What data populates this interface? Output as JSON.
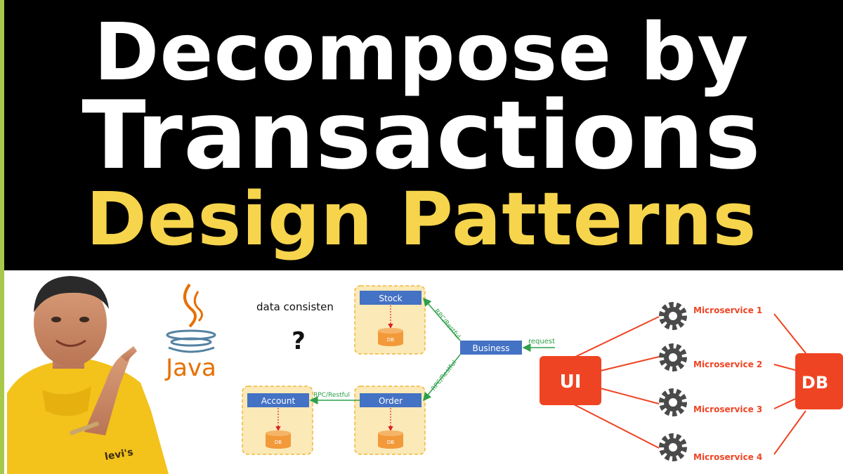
{
  "title": {
    "line1": "Decompose by",
    "line2": "Transactions",
    "line3": "Design Patterns"
  },
  "java_label": "Java",
  "shirt_label": "levi's",
  "question": {
    "text": "data consisten",
    "mark": "?"
  },
  "diagram": {
    "stock": "Stock",
    "business": "Business",
    "account": "Account",
    "order": "Order",
    "db": "DB",
    "rpc": "RPC/Restful",
    "request": "request"
  },
  "microservices": {
    "ui": "UI",
    "db": "DB",
    "items": [
      "Microservice 1",
      "Microservice 2",
      "Microservice 3",
      "Microservice 4"
    ]
  },
  "colors": {
    "title_white": "#ffffff",
    "title_yellow": "#f6d44c",
    "box_blue": "#4472c4",
    "db_orange": "#f29a3a",
    "zone_yellow": "#fbe9b7",
    "link_green": "#2ea04a",
    "micro_red": "#ef4423",
    "gear_gray": "#4a4a4a",
    "java_orange": "#e76f00",
    "java_blue": "#5382a1"
  }
}
